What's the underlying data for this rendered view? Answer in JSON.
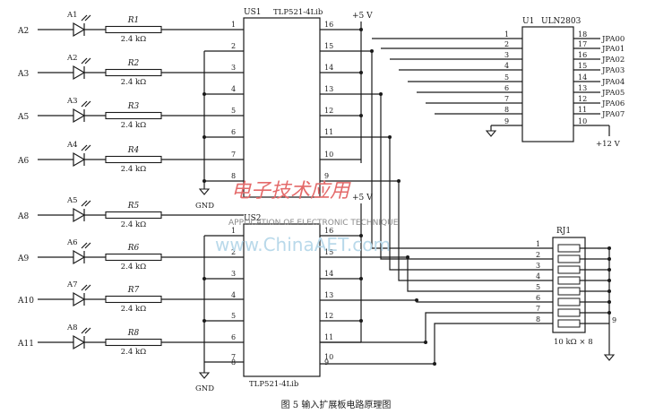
{
  "inputs": [
    "A2",
    "A3",
    "A5",
    "A6",
    "A8",
    "A9",
    "A10",
    "A11"
  ],
  "leds": [
    "A1",
    "A2",
    "A3",
    "A4",
    "A5",
    "A6",
    "A7",
    "A8"
  ],
  "resistors": [
    "R1",
    "R2",
    "R3",
    "R4",
    "R5",
    "R6",
    "R7",
    "R8"
  ],
  "resistor_value": "2.4 kΩ",
  "us1": {
    "ref": "US1",
    "part": "TLP521-4Lib",
    "left_pins": [
      "1",
      "2",
      "3",
      "4",
      "5",
      "6",
      "7",
      "8"
    ],
    "right_pins": [
      "16",
      "15",
      "14",
      "13",
      "12",
      "11",
      "10",
      "9"
    ]
  },
  "us2": {
    "ref": "US2",
    "part": "TLP521-4Lib",
    "left_pins": [
      "1",
      "2",
      "3",
      "4",
      "5",
      "6",
      "7",
      "8"
    ],
    "right_pins": [
      "16",
      "15",
      "14",
      "13",
      "12",
      "11",
      "10",
      "9"
    ]
  },
  "supply": "+5 V",
  "gnd": "GND",
  "u1": {
    "ref": "U1",
    "part": "ULN2803",
    "left_pins": [
      "1",
      "2",
      "3",
      "4",
      "5",
      "6",
      "7",
      "8",
      "9"
    ],
    "right_pins": [
      "18",
      "17",
      "16",
      "15",
      "14",
      "13",
      "12",
      "11",
      "10"
    ],
    "outputs": [
      "JPA00",
      "JPA01",
      "JPA02",
      "JPA03",
      "JPA04",
      "JPA05",
      "JPA06",
      "JPA07"
    ],
    "supply": "+12 V"
  },
  "rj1": {
    "ref": "RJ1",
    "pins": [
      "1",
      "2",
      "3",
      "4",
      "5",
      "6",
      "7",
      "8"
    ],
    "common_pin": "9",
    "value": "10 kΩ × 8"
  },
  "watermark": {
    "line1": "电子技术应用",
    "line2": "APPLICATION OF ELECTRONIC TECHNIQUE",
    "line3": "www.ChinaAET.com"
  },
  "caption": "图 5  输入扩展板电路原理图"
}
